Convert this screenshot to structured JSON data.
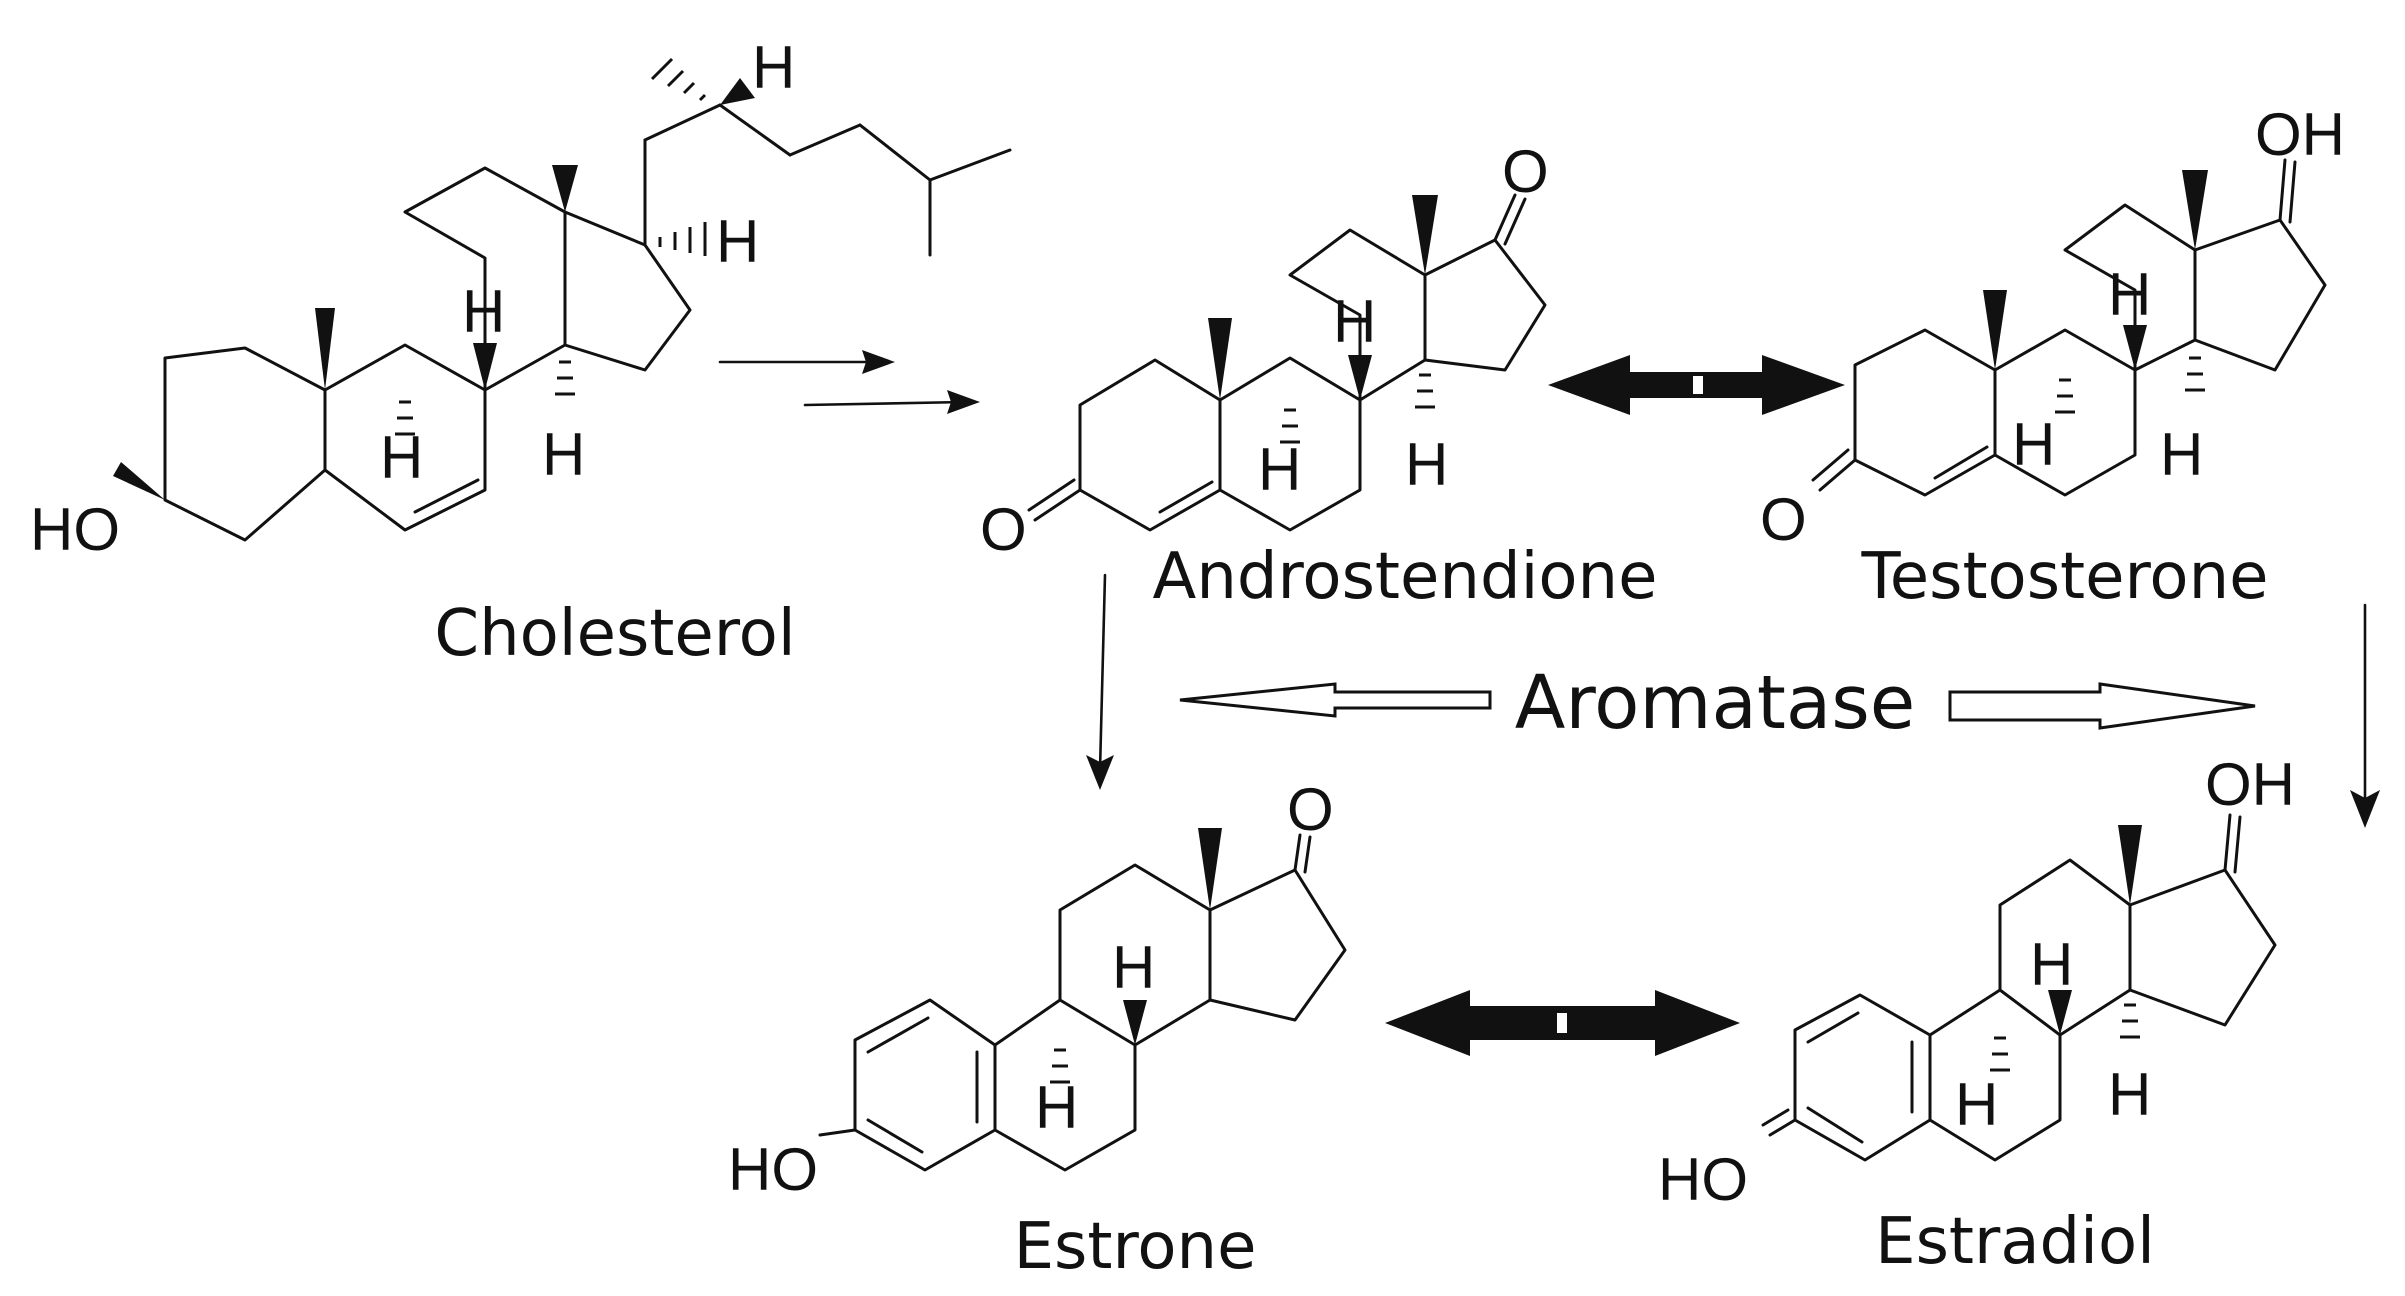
{
  "compounds": [
    {
      "id": "cholesterol",
      "name": "Cholesterol",
      "labels": {
        "hydroxyl": "HO",
        "h_side_chain": "H",
        "h_c17": "H",
        "h_c8": "H",
        "h_c9": "H",
        "h_c14": "H"
      }
    },
    {
      "id": "androstenedione",
      "name": "Androstendione",
      "labels": {
        "keto_c3": "O",
        "keto_c17": "O",
        "h_c8": "H",
        "h_c9": "H",
        "h_c14": "H"
      }
    },
    {
      "id": "testosterone",
      "name": "Testosterone",
      "labels": {
        "keto_c3": "O",
        "hydroxyl_c17": "OH",
        "h_c8": "H",
        "h_c9": "H",
        "h_c14": "H"
      }
    },
    {
      "id": "estrone",
      "name": "Estrone",
      "labels": {
        "hydroxyl": "HO",
        "keto_c17": "O",
        "h_c8": "H",
        "h_c9": "H"
      }
    },
    {
      "id": "estradiol",
      "name": "Estradiol",
      "labels": {
        "hydroxyl": "HO",
        "hydroxyl_c17": "OH",
        "h_c8": "H",
        "h_c9": "H",
        "h_c14": "H"
      }
    }
  ],
  "enzyme": {
    "name": "Aromatase"
  },
  "colors": {
    "ink": "#111111",
    "background": "#ffffff"
  }
}
